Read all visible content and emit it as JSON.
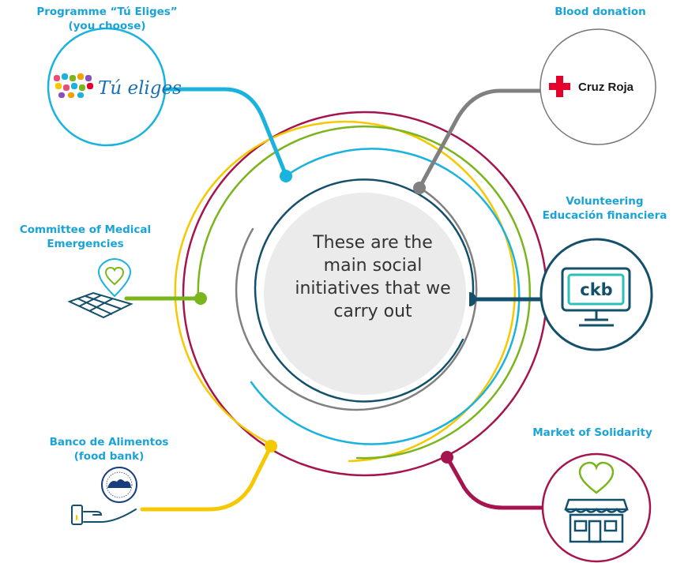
{
  "center": {
    "lines": [
      "These are the",
      "main social",
      "initiatives that we",
      "carry out"
    ]
  },
  "initiatives": [
    {
      "id": "tu-eliges",
      "title": [
        "Programme “Tú Eliges”",
        "(you choose)"
      ],
      "logo_text": "Tú eliges",
      "color": "#19b3de"
    },
    {
      "id": "blood-donation",
      "title": [
        "Blood donation"
      ],
      "logo_text": "Cruz Roja",
      "color": "#808080"
    },
    {
      "id": "medical",
      "title": [
        "Committee of Medical",
        "Emergencies"
      ],
      "color": "#7ab51d"
    },
    {
      "id": "volunteering",
      "title": [
        "Volunteering",
        "Educación financiera"
      ],
      "logo_text": "ckb",
      "color": "#14506b"
    },
    {
      "id": "food-bank",
      "title": [
        "Banco de Alimentos",
        "(food bank)"
      ],
      "color": "#f5c800"
    },
    {
      "id": "solidarity",
      "title": [
        "Market of Solidarity"
      ],
      "color": "#a5144f"
    }
  ],
  "colors": {
    "label_text": "#1aa3d6",
    "ring_crimson": "#a5144f",
    "ring_yellow": "#f5c800",
    "ring_green": "#7ab51d",
    "ring_cyan": "#19b3de",
    "ring_gray": "#808080",
    "ring_navy": "#14506b",
    "center_fill": "#ebebeb",
    "cross_red": "#e4002b"
  }
}
